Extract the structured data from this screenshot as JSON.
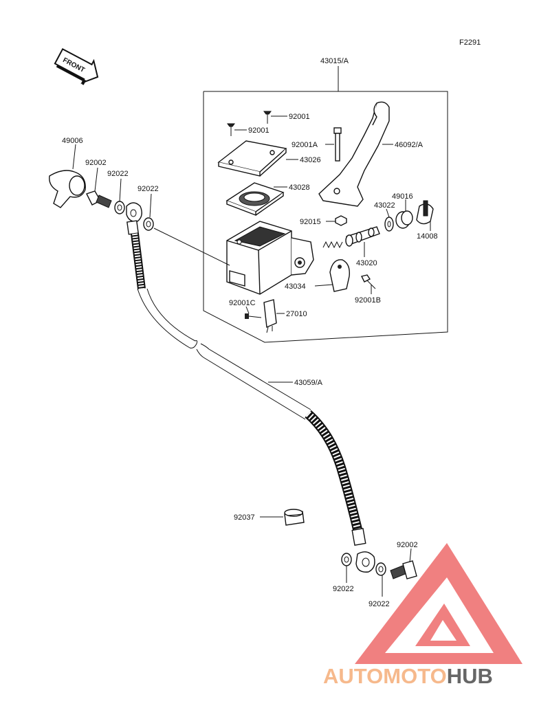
{
  "diagram_code": "F2291",
  "front_arrow_text": "FRONT",
  "labels": {
    "assembly": "43015/A",
    "screw_top": "92001",
    "screw_left": "92001",
    "bolt_lever": "92001A",
    "cap": "43026",
    "diaphragm": "43028",
    "lever": "46092/A",
    "boot": "49016",
    "washer_small": "43022",
    "nut": "92015",
    "clamp_pin": "14008",
    "piston": "43020",
    "holder": "43034",
    "bolt_holder": "92001B",
    "screw_switch": "92001C",
    "switch": "27010",
    "cover_left": "49006",
    "banjo_bolt_top": "92002",
    "gasket_top1": "92022",
    "gasket_top2": "92022",
    "hose": "43059/A",
    "grommet": "92037",
    "banjo_bolt_bottom": "92002",
    "gasket_bottom1": "92022",
    "gasket_bottom2": "92022"
  },
  "watermark": {
    "part1": "AUTOMOTO",
    "part2": "HUB",
    "color1": "#f6b98c",
    "color2": "#666666",
    "logo_color": "#ee6b6b"
  }
}
